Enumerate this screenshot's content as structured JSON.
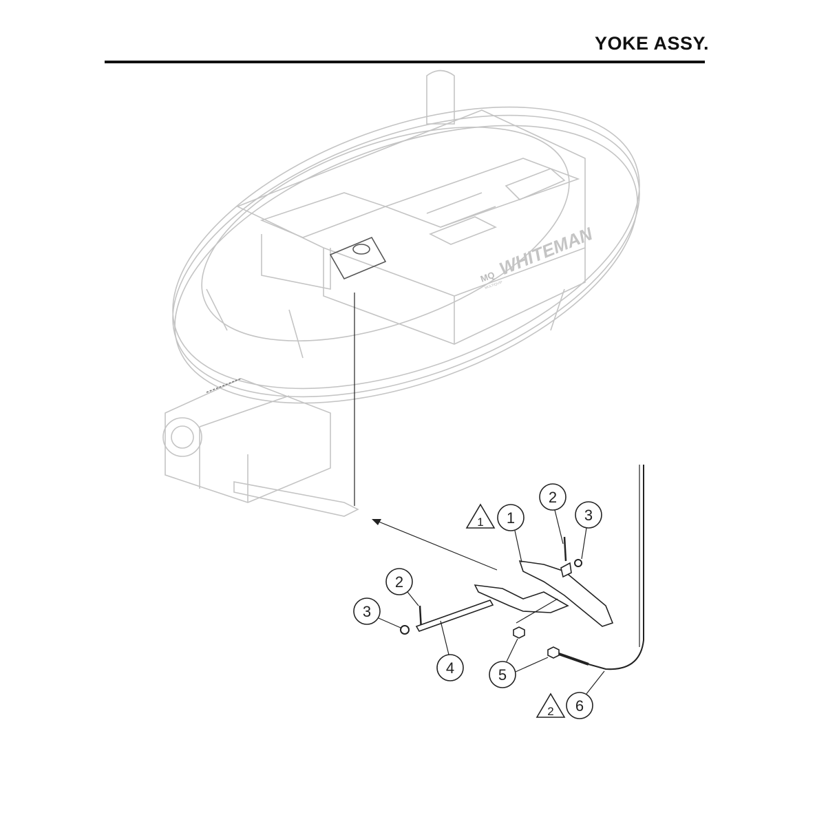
{
  "header": {
    "title": "YOKE ASSY."
  },
  "machine": {
    "brand_text": "WHITEMAN",
    "logo_text": "MQ",
    "logo_subtext": "MULTIQUIP"
  },
  "callouts": [
    {
      "label": "1",
      "shape": "circle"
    },
    {
      "label": "2",
      "shape": "circle"
    },
    {
      "label": "3",
      "shape": "circle"
    },
    {
      "label": "2",
      "shape": "circle"
    },
    {
      "label": "3",
      "shape": "circle"
    },
    {
      "label": "4",
      "shape": "circle"
    },
    {
      "label": "5",
      "shape": "circle"
    },
    {
      "label": "6",
      "shape": "circle"
    }
  ],
  "notes": [
    {
      "label": "1",
      "shape": "triangle"
    },
    {
      "label": "2",
      "shape": "triangle"
    }
  ],
  "colors": {
    "line": "#222222",
    "ghost": "#c4c4c4"
  }
}
